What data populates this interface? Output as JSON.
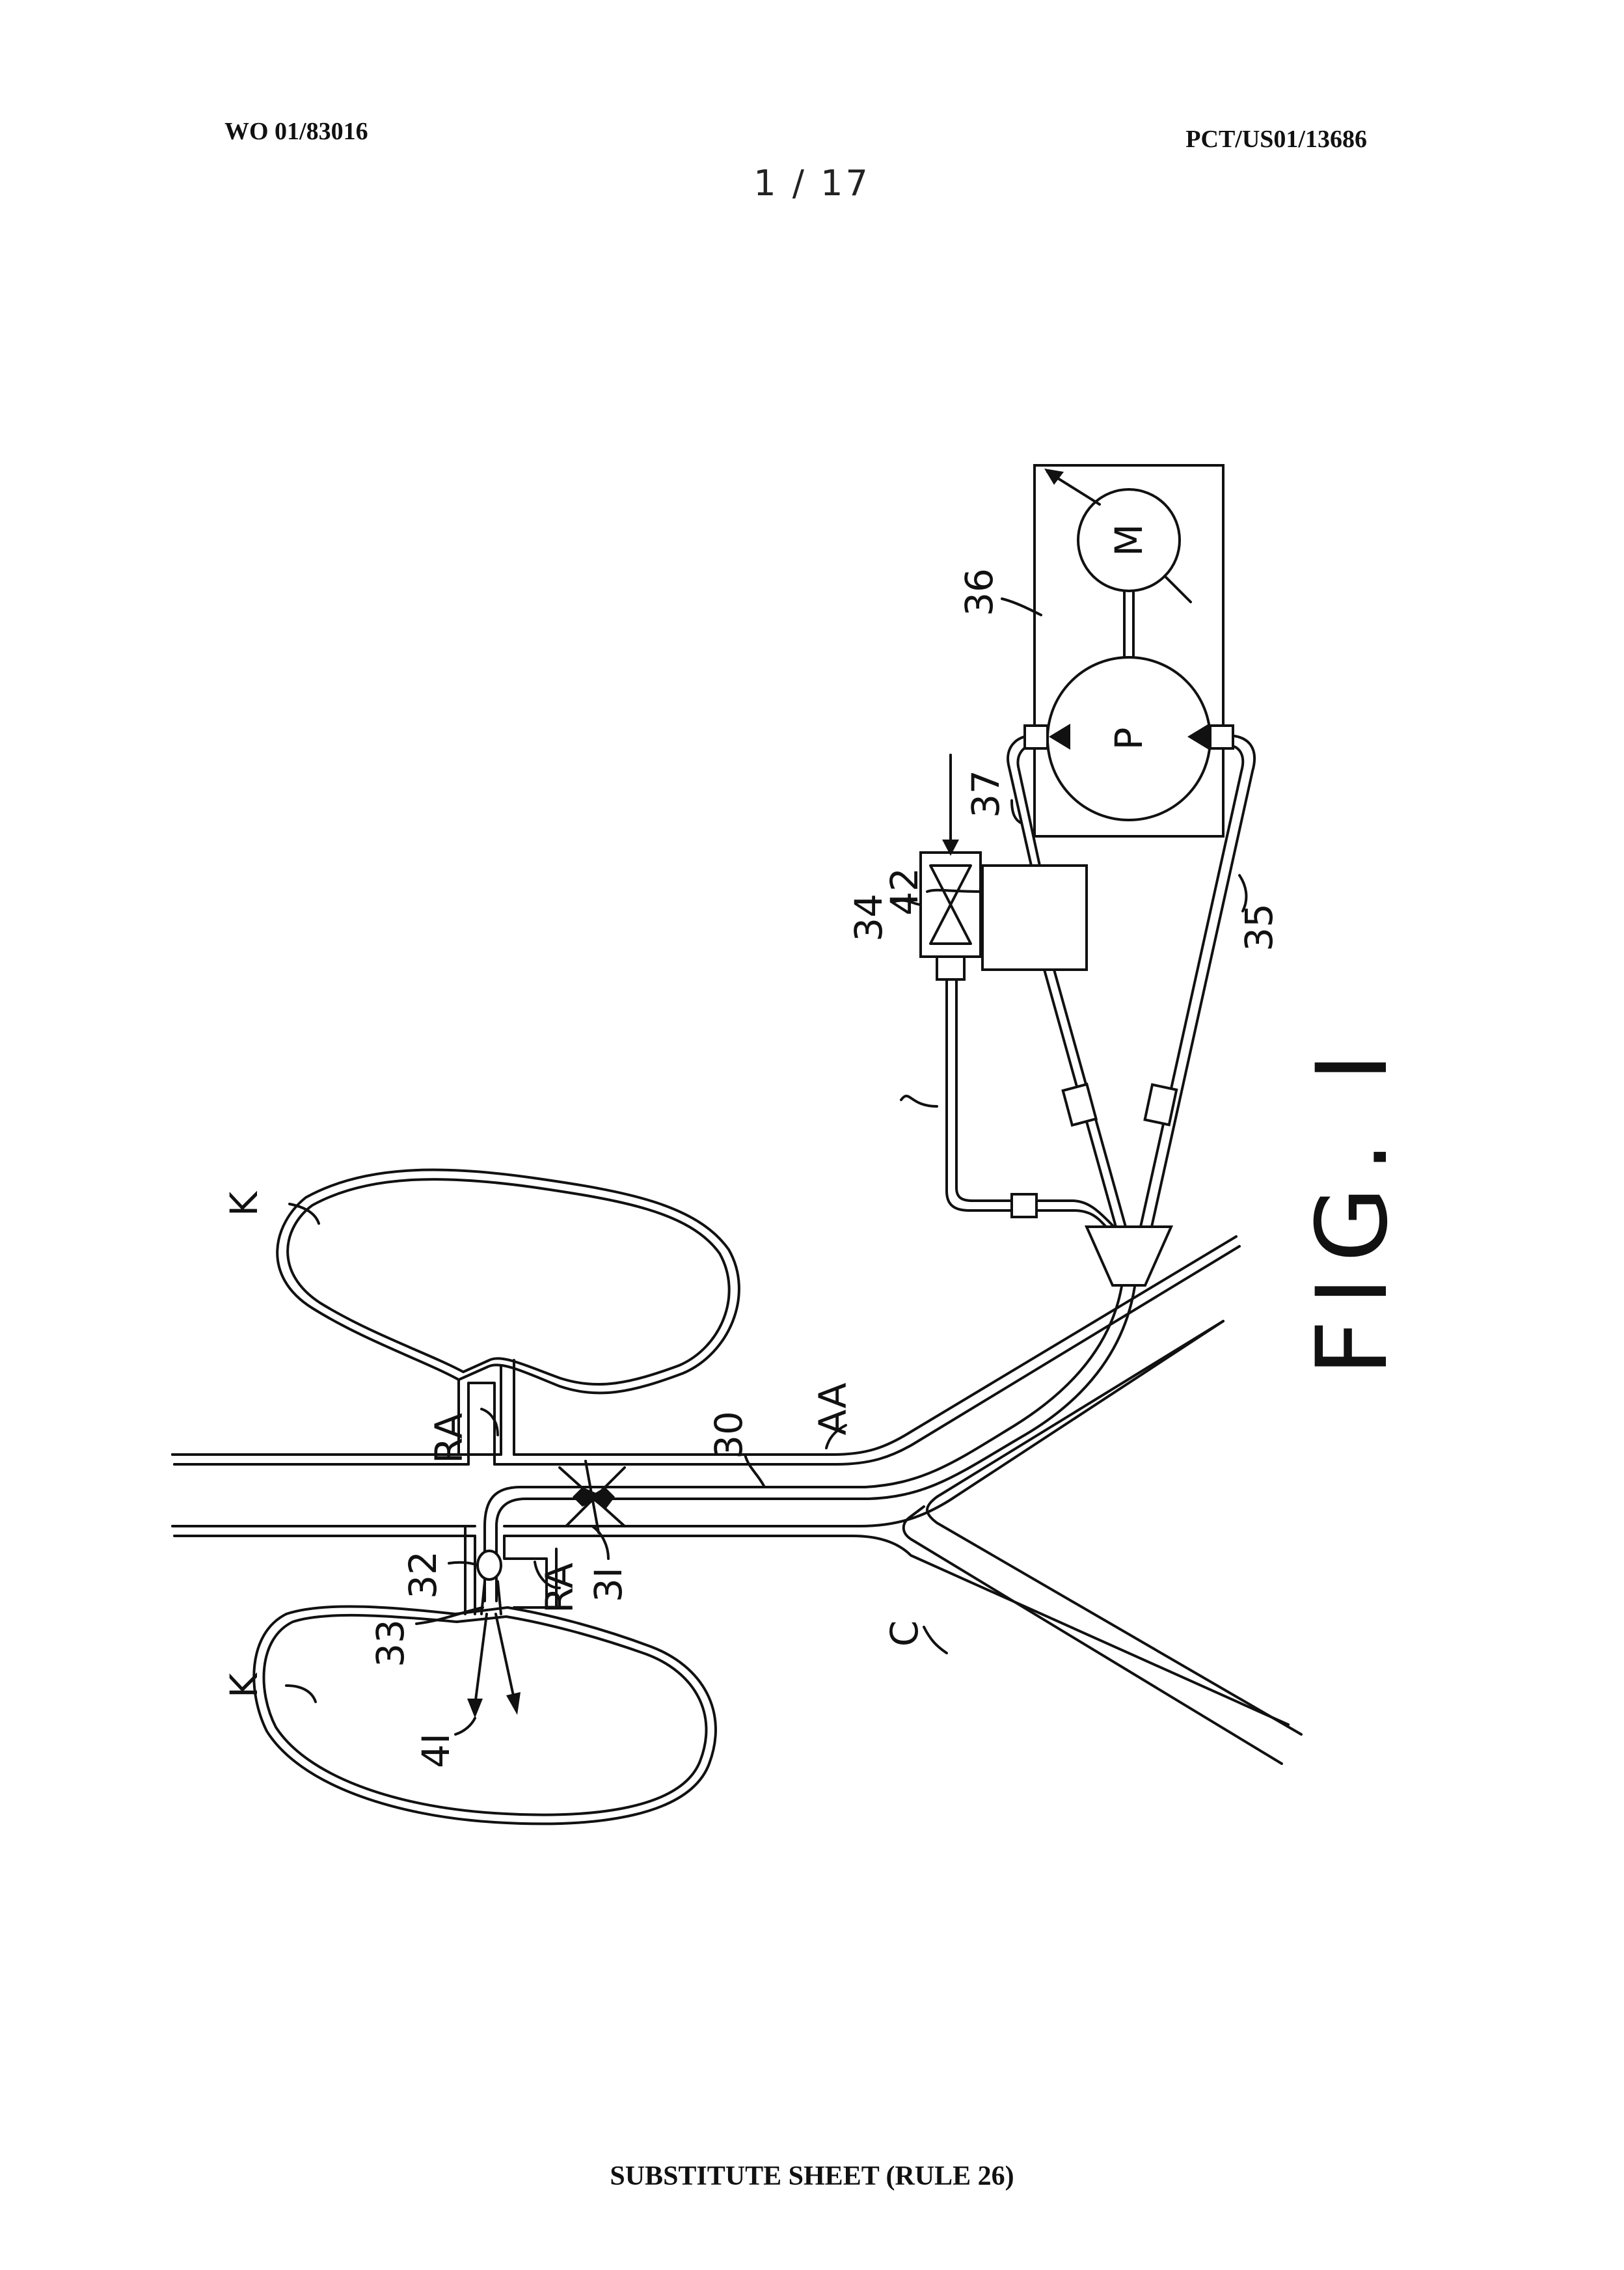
{
  "header": {
    "publication_number": "WO 01/83016",
    "application_number": "PCT/US01/13686",
    "sheet_number": "1 / 17"
  },
  "footer": {
    "text": "SUBSTITUTE SHEET (RULE 26)"
  },
  "figure": {
    "caption": "FIG. I",
    "pump_label": "P",
    "motor_label": "M",
    "labels": {
      "kidney_upper": "K",
      "kidney_lower": "K",
      "renal_artery_upper": "RA",
      "renal_artery_lower": "RA",
      "aorta": "AA",
      "catheter": "30",
      "occluder": "3I",
      "balloon": "32",
      "catheter_tip": "33",
      "outlet_arrows": "4I",
      "valve": "34",
      "return_line": "35",
      "pump_housing": "36",
      "supply_line": "37",
      "unit_42": "42",
      "vena_cava": "C"
    }
  }
}
